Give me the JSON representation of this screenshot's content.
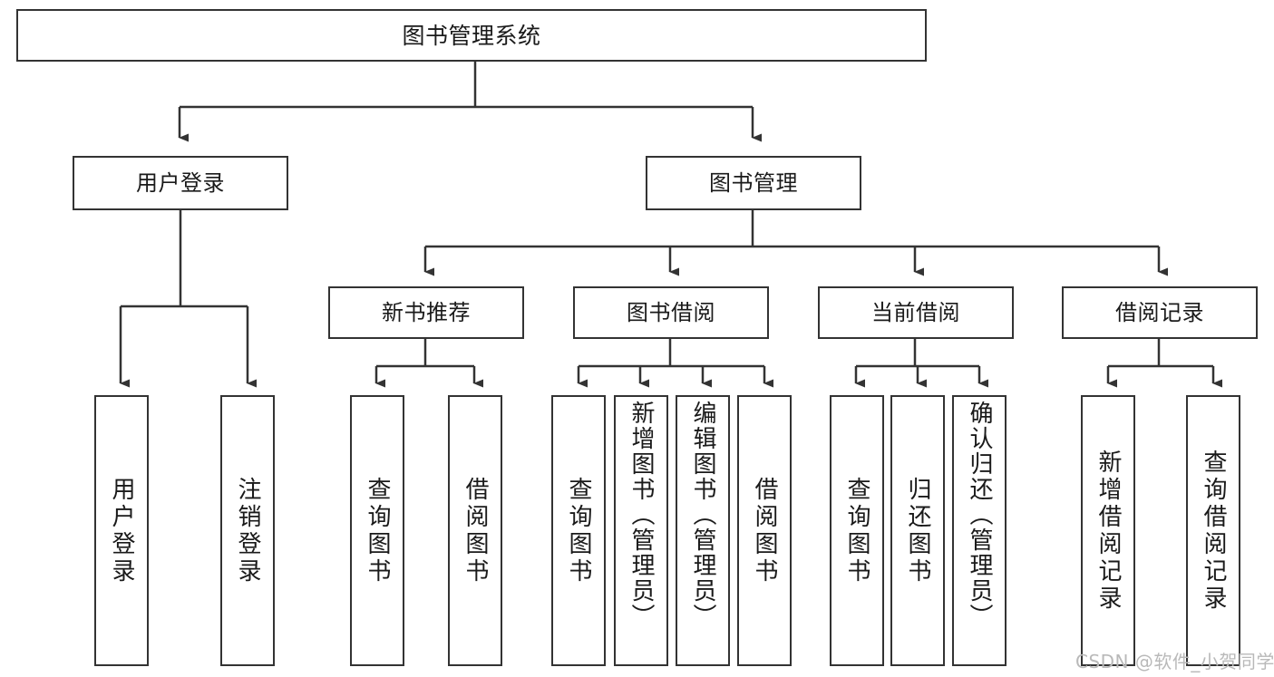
{
  "diagram": {
    "title": "图书管理系统",
    "type": "tree-hierarchy-diagram",
    "colors": {
      "stroke": "#333333",
      "box_fill": "#ffffff",
      "text": "#1a1a1a",
      "background": "#ffffff",
      "watermark": "#b9b9b9"
    },
    "nodes": {
      "root": {
        "label": "图书管理系统"
      },
      "level2": {
        "user_login": {
          "label": "用户登录"
        },
        "book_manage": {
          "label": "图书管理"
        }
      },
      "level3": {
        "new_book_rec": {
          "label": "新书推荐"
        },
        "book_borrow": {
          "label": "图书借阅"
        },
        "current_borrow": {
          "label": "当前借阅"
        },
        "borrow_record": {
          "label": "借阅记录"
        }
      },
      "leaves": {
        "user_login_1": {
          "label": "用户登录"
        },
        "user_login_2": {
          "label": "注销登录"
        },
        "new_book_rec_1": {
          "label": "查询图书"
        },
        "new_book_rec_2": {
          "label": "借阅图书"
        },
        "book_borrow_1": {
          "label": "查询图书"
        },
        "book_borrow_2": {
          "label": "新增图书（管理员）"
        },
        "book_borrow_3": {
          "label": "编辑图书（管理员）"
        },
        "book_borrow_4": {
          "label": "借阅图书"
        },
        "current_borrow_1": {
          "label": "查询图书"
        },
        "current_borrow_2": {
          "label": "归还图书"
        },
        "current_borrow_3": {
          "label": "确认归还（管理员）"
        },
        "borrow_record_1": {
          "label": "新增借阅记录"
        },
        "borrow_record_2": {
          "label": "查询借阅记录"
        }
      }
    }
  },
  "watermark": {
    "text": "CSDN @软件_小贺同学"
  }
}
